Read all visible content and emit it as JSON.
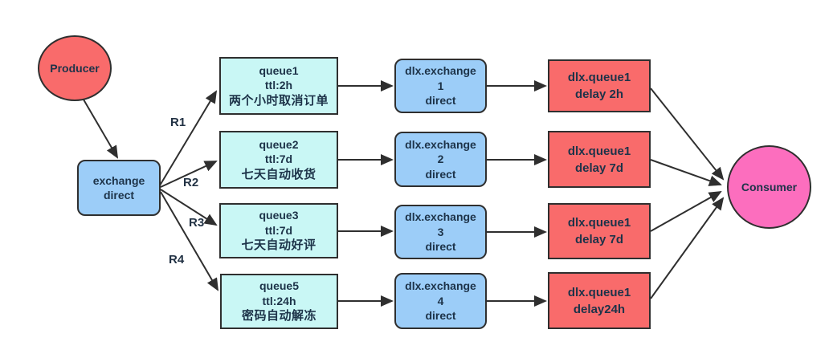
{
  "diagram": {
    "colors": {
      "bg": "#ffffff",
      "red_fill": "#f96b6b",
      "blue_fill": "#9ccdf8",
      "cyan_fill": "#c9f7f5",
      "pink_fill": "#fc6ebe",
      "border": "#2f2f2f",
      "text": "#1d3349",
      "edge": "#2f2f2f"
    },
    "nodes": {
      "producer": {
        "label": "Producer"
      },
      "exchange": {
        "lines": [
          "exchange",
          "direct"
        ]
      },
      "consumer": {
        "label": "Consumer"
      }
    },
    "rows": [
      {
        "queue": [
          "queue1",
          "ttl:2h",
          "两个小时取消订单"
        ],
        "dlx_exchange": [
          "dlx.exchange",
          "1",
          "direct"
        ],
        "dlx_queue": [
          "dlx.queue1",
          "delay 2h"
        ]
      },
      {
        "queue": [
          "queue2",
          "ttl:7d",
          "七天自动收货"
        ],
        "dlx_exchange": [
          "dlx.exchange",
          "2",
          "direct"
        ],
        "dlx_queue": [
          "dlx.queue1",
          "delay 7d"
        ]
      },
      {
        "queue": [
          "queue3",
          "ttl:7d",
          "七天自动好评"
        ],
        "dlx_exchange": [
          "dlx.exchange",
          "3",
          "direct"
        ],
        "dlx_queue": [
          "dlx.queue1",
          "delay 7d"
        ]
      },
      {
        "queue": [
          "queue5",
          "ttl:24h",
          "密码自动解冻"
        ],
        "dlx_exchange": [
          "dlx.exchange",
          "4",
          "direct"
        ],
        "dlx_queue": [
          "dlx.queue1",
          "delay24h"
        ]
      }
    ],
    "edge_labels": [
      "R1",
      "R2",
      "R3",
      "R4"
    ]
  }
}
